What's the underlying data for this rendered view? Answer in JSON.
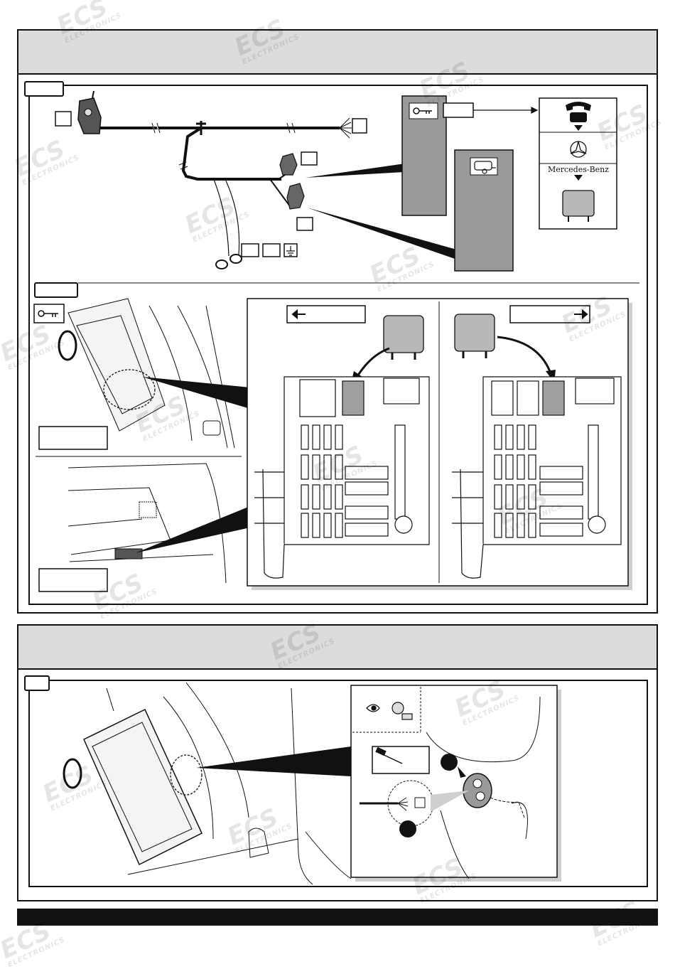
{
  "brand": {
    "watermark_logo": "ECS",
    "watermark_sub": "ELECTRONICS"
  },
  "diagram": {
    "car_make": "Mercedes-Benz"
  },
  "icons": [
    "key-icon",
    "trailer-icon",
    "telephone-icon",
    "mercedes-star-icon",
    "relay-icon",
    "ground-icon",
    "arrow-left-icon",
    "arrow-right-icon",
    "eye-icon",
    "screwdriver-icon"
  ],
  "colors": {
    "band": "#dcdcdc",
    "frame": "#111111",
    "panel": "#9a9a9a",
    "relay": "#b8b8b8",
    "slot_highlight": "#a0a0a0"
  }
}
